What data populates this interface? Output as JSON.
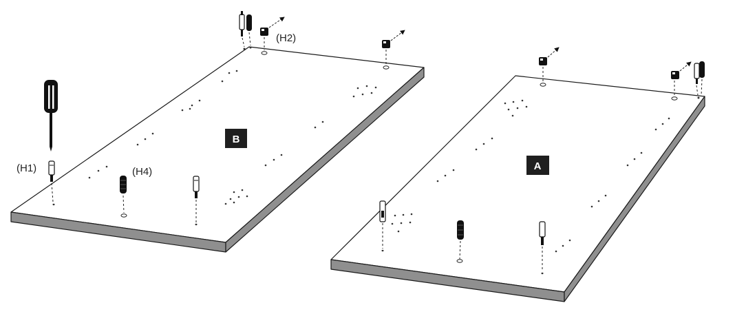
{
  "labels": {
    "h1": "(H1)",
    "h2": "(H2)",
    "h4": "(H4)"
  },
  "panels": {
    "left": "B",
    "right": "A"
  },
  "icons": [
    "screwdriver-icon",
    "cam-lock-icon",
    "cam-bolt-icon",
    "wooden-dowel-icon",
    "removal-arrow-icon"
  ],
  "colors": {
    "panel_edge": "#8f8f8f",
    "badge": "#1f1f1f",
    "line": "#1a1a1a"
  }
}
